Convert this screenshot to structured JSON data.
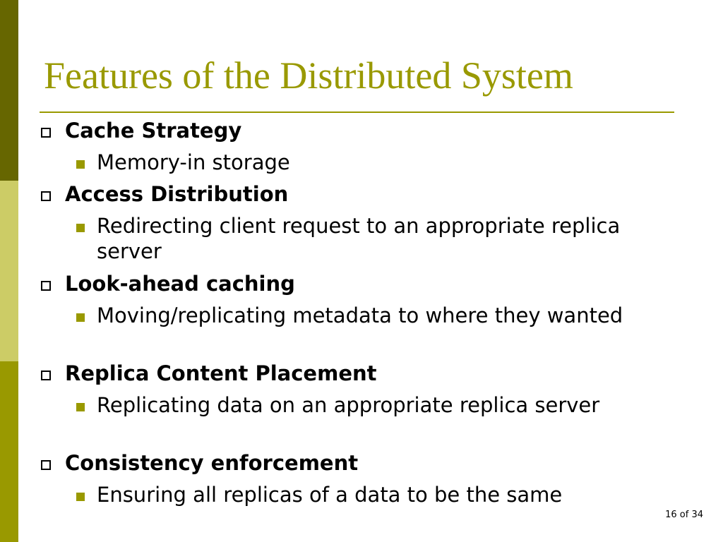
{
  "slide": {
    "title": "Features of the Distributed System",
    "page_number": "16 of 34",
    "colors": {
      "accent": "#999900",
      "bar_dark": "#666600",
      "bar_light": "#cccc66",
      "bullet_level1": "#000000",
      "bullet_level2": "#999900"
    },
    "items": [
      {
        "heading": "Cache Strategy",
        "detail": "Memory-in storage"
      },
      {
        "heading": "Access Distribution",
        "detail": "Redirecting client request to an appropriate replica server"
      },
      {
        "heading": "Look-ahead caching",
        "detail": "Moving/replicating metadata to where they wanted"
      },
      {
        "heading": "Replica Content Placement",
        "detail": "Replicating data on an appropriate replica server"
      },
      {
        "heading": "Consistency enforcement",
        "detail": "Ensuring all replicas of a data to be the same"
      }
    ]
  }
}
